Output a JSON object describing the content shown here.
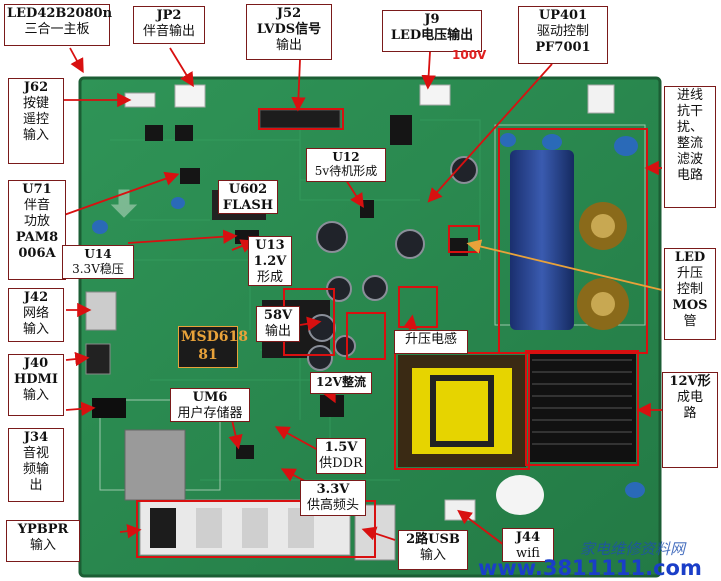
{
  "colors": {
    "board": "#2a8a4e",
    "board_dark": "#1f6b3b",
    "label_border": "#7a1a1a",
    "highlight": "#d81010",
    "arrow": "#d81010",
    "chip_label": "#e8a23a"
  },
  "labels": {
    "model": {
      "line1": "LED42B2080n",
      "line2": "三合一主板"
    },
    "jp2": {
      "line1": "JP2",
      "line2": "伴音输出"
    },
    "j52": {
      "line1": "J52",
      "line2": "LVDS信号",
      "line3": "输出"
    },
    "j9": {
      "line1": "J9",
      "line2": "LED电压输出"
    },
    "up401": {
      "line1": "UP401",
      "line2": "驱动控制",
      "line3": "PF7001"
    },
    "j62": {
      "line1": "J62",
      "line2": "按键",
      "line3": "遥控",
      "line4": "输入"
    },
    "u71": {
      "line1": "U71",
      "line2": "伴音",
      "line3": "功放",
      "line4": "PAM8",
      "line5": "006A"
    },
    "u12": {
      "line1": "U12",
      "line2": "5v待机形成"
    },
    "u602": {
      "line1": "U602",
      "line2": "FLASH"
    },
    "u14": {
      "line1": "U14",
      "line2": "3.3V稳压"
    },
    "u13": {
      "line1": "U13",
      "line2": "1.2V",
      "line3": "形成"
    },
    "j42": {
      "line1": "J42",
      "line2": "网络",
      "line3": "输入"
    },
    "v58": {
      "line1": "58V",
      "line2": "输出"
    },
    "msd": {
      "line1": "MSD618",
      "line2": "81"
    },
    "boost_l": {
      "line1": "升压电感"
    },
    "j40": {
      "line1": "J40",
      "line2": "HDMI",
      "line3": "输入"
    },
    "v12": {
      "line1": "12V整流"
    },
    "um6": {
      "line1": "UM6",
      "line2": "用户存储器"
    },
    "j34": {
      "line1": "J34",
      "line2": "音视",
      "line3": "频输",
      "line4": "出"
    },
    "v15": {
      "line1": "1.5V",
      "line2": "供DDR"
    },
    "v33": {
      "line1": "3.3V",
      "line2": "供高频头"
    },
    "ypbpr": {
      "line1": "YPBPR",
      "line2": "输入"
    },
    "usb": {
      "line1": "2路USB",
      "line2": "输入"
    },
    "j44": {
      "line1": "J44",
      "line2": "wifi"
    },
    "filter": {
      "line1": "进线",
      "line2": "抗干",
      "line3": "扰、",
      "line4": "整流",
      "line5": "滤波",
      "line6": "电路"
    },
    "led_mos": {
      "line1": "LED",
      "line2": "升压",
      "line3": "控制",
      "line4": "MOS",
      "line5": "管"
    },
    "v12_circuit": {
      "line1": "12V形",
      "line2": "成电",
      "line3": "路"
    }
  },
  "board_marks": {
    "v100": "100V"
  },
  "watermark": {
    "site": "www.3811111.com",
    "cn": "家电维修资料网"
  }
}
